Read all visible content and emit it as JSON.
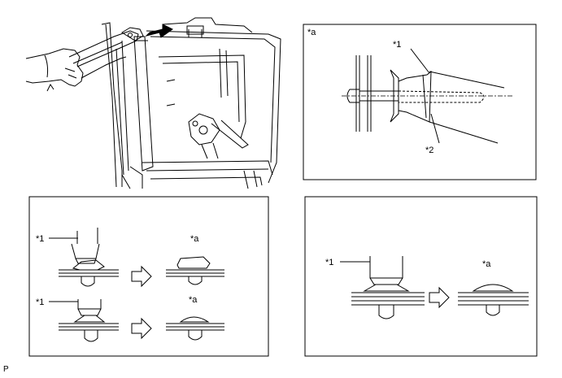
{
  "panel_top_right": {
    "label_a": "*a",
    "label_1": "*1",
    "label_2": "*2"
  },
  "panel_bottom_left": {
    "label_1_top": "*1",
    "label_a_top": "*a",
    "label_1_bottom": "*1",
    "label_a_bottom": "*a"
  },
  "panel_bottom_right": {
    "label_1": "*1",
    "label_a": "*a"
  },
  "footer": {
    "ref_code": "P"
  },
  "colors": {
    "line": "#000000",
    "background": "#ffffff"
  }
}
